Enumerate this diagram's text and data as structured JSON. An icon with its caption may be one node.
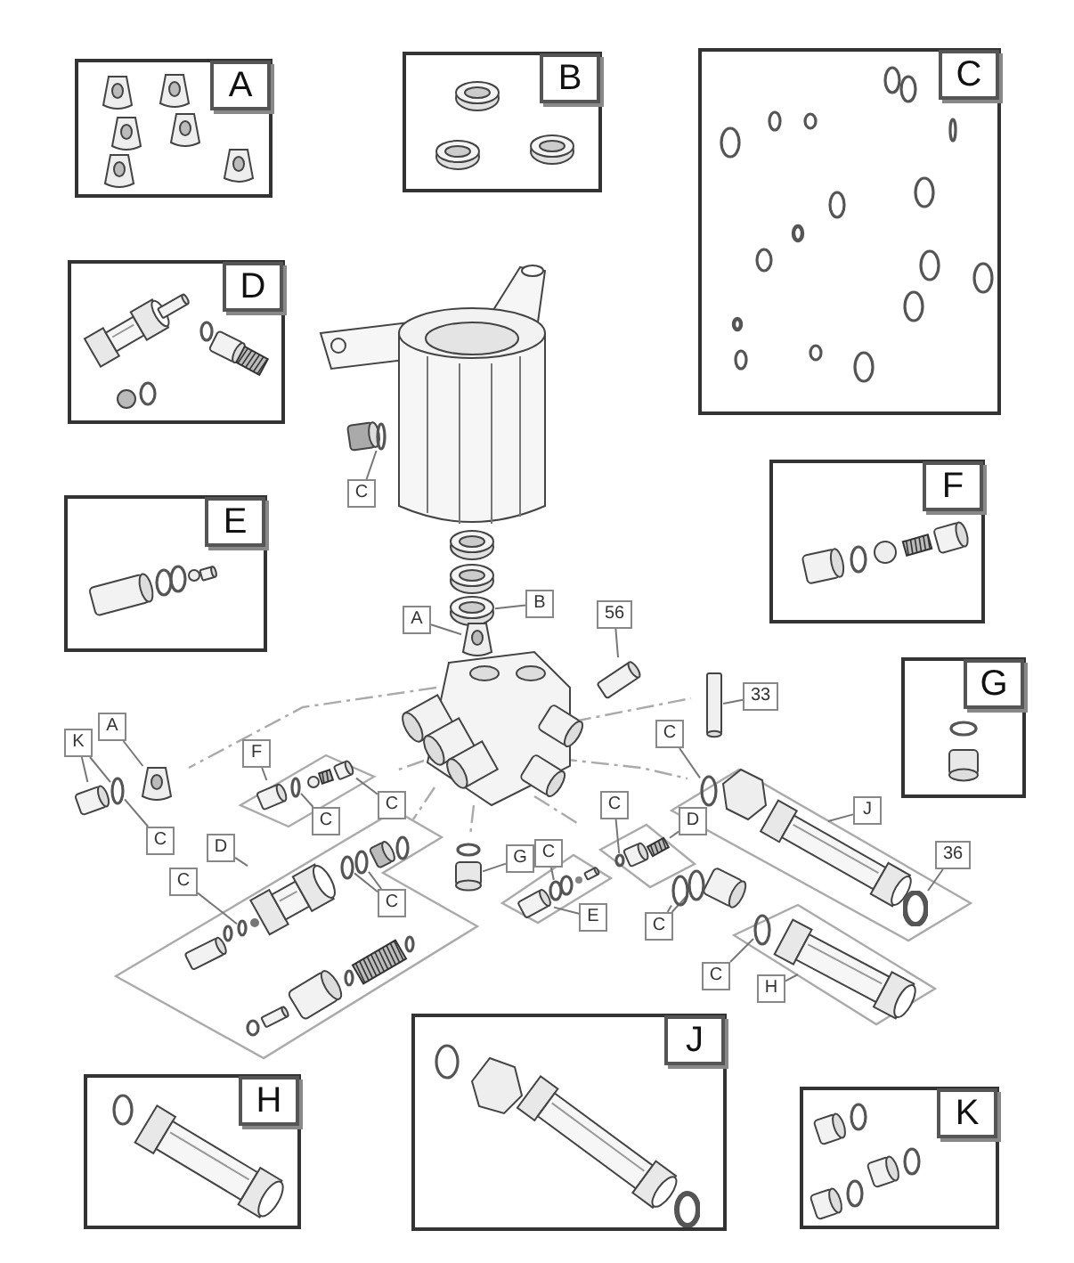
{
  "diagram": {
    "nodes": [
      {
        "text": [
          "A"
        ]
      },
      {
        "text": [
          "B"
        ]
      },
      {
        "text": [
          "C"
        ]
      },
      {
        "text": [
          "D"
        ]
      },
      {
        "text": [
          "E"
        ]
      },
      {
        "text": [
          "F"
        ]
      },
      {
        "text": [
          "G"
        ]
      },
      {
        "text": [
          "C"
        ]
      },
      {
        "text": [
          "B"
        ]
      },
      {
        "text": [
          "56"
        ]
      },
      {
        "text": [
          "A"
        ]
      },
      {
        "text": [
          "33"
        ]
      },
      {
        "text": [
          "A"
        ]
      },
      {
        "text": [
          "C"
        ]
      },
      {
        "text": [
          "K"
        ]
      },
      {
        "text": [
          "F"
        ]
      },
      {
        "text": [
          "C"
        ]
      },
      {
        "text": [
          "C"
        ]
      },
      {
        "text": [
          "J"
        ]
      },
      {
        "text": [
          "C"
        ]
      },
      {
        "text": [
          "D"
        ]
      },
      {
        "text": [
          "C"
        ]
      },
      {
        "text": [
          "C"
        ]
      },
      {
        "text": [
          "36"
        ]
      },
      {
        "text": [
          "G"
        ]
      },
      {
        "text": [
          "D"
        ]
      },
      {
        "text": [
          "C"
        ]
      },
      {
        "text": [
          "C"
        ]
      },
      {
        "text": [
          "E"
        ]
      },
      {
        "text": [
          "C"
        ]
      },
      {
        "text": [
          "C"
        ]
      },
      {
        "text": [
          "H"
        ]
      },
      {
        "text": [
          "H"
        ]
      },
      {
        "text": [
          "J"
        ]
      },
      {
        "text": [
          "K"
        ]
      },
      {
        "text": [],
        "shape": "picture"
      },
      {
        "text": [],
        "shape": "picture"
      },
      {
        "text": [],
        "shape": "circle"
      },
      {
        "text": [],
        "shape": "circle"
      },
      {
        "text": [],
        "shape": "circle"
      },
      {
        "text": [],
        "shape": "picture"
      },
      {
        "text": [],
        "shape": "box"
      },
      {
        "text": [],
        "shape": "picture"
      },
      {
        "text": [],
        "shape": "picture"
      },
      {
        "text": [],
        "shape": "circle"
      },
      {
        "text": [],
        "shape": "picture"
      },
      {
        "text": [],
        "shape": "picture"
      },
      {
        "text": [],
        "shape": "circle"
      },
      {
        "text": [],
        "shape": "circle"
      },
      {
        "text": [],
        "shape": "picture"
      },
      {
        "text": [],
        "shape": "circle"
      },
      {
        "text": [],
        "shape": "circle"
      },
      {
        "text": [],
        "shape": "box"
      },
      {
        "text": [],
        "shape": "picture"
      },
      {
        "text": [],
        "shape": "circle"
      },
      {
        "text": [],
        "shape": "circle"
      },
      {
        "text": [],
        "shape": "picture"
      },
      {
        "text": [],
        "shape": "circle"
      },
      {
        "text": [],
        "shape": "circle"
      },
      {
        "text": [],
        "shape": "circle"
      }
    ],
    "edges": [
      {
        "from": 7,
        "to": 39,
        "arrow": "none"
      },
      {
        "from": 8,
        "to": 35,
        "arrow": "none"
      },
      {
        "from": 9,
        "to": 40,
        "arrow": "none"
      },
      {
        "from": 10,
        "to": 36,
        "arrow": "none"
      },
      {
        "from": 11,
        "to": 41,
        "arrow": "none"
      },
      {
        "from": 12,
        "to": 42,
        "arrow": "none"
      },
      {
        "from": 13,
        "to": 37,
        "arrow": "none"
      },
      {
        "from": 14,
        "to": 43,
        "arrow": "none"
      },
      {
        "from": 14,
        "to": 44,
        "arrow": "none"
      },
      {
        "from": 15,
        "to": 45,
        "arrow": "none"
      },
      {
        "from": 16,
        "to": 46,
        "arrow": "none"
      },
      {
        "from": 17,
        "to": 47,
        "arrow": "none"
      },
      {
        "from": 18,
        "to": null,
        "arrow": "none"
      },
      {
        "from": 19,
        "to": 48,
        "arrow": "none"
      },
      {
        "from": 20,
        "to": 49,
        "arrow": "none"
      },
      {
        "from": 21,
        "to": 44,
        "arrow": "none"
      },
      {
        "from": 22,
        "to": 50,
        "arrow": "none"
      },
      {
        "from": 23,
        "to": 51,
        "arrow": "none"
      },
      {
        "from": 24,
        "to": 52,
        "arrow": "none"
      },
      {
        "from": 25,
        "to": 53,
        "arrow": "none"
      },
      {
        "from": 26,
        "to": 54,
        "arrow": "none"
      },
      {
        "from": 27,
        "to": 38,
        "arrow": "none"
      },
      {
        "from": 27,
        "to": 55,
        "arrow": "none"
      },
      {
        "from": 28,
        "to": 56,
        "arrow": "none"
      },
      {
        "from": 29,
        "to": 57,
        "arrow": "none"
      },
      {
        "from": 29,
        "to": 58,
        "arrow": "none"
      },
      {
        "from": 30,
        "to": 59,
        "arrow": "none"
      },
      {
        "from": 31,
        "to": null,
        "arrow": "none"
      }
    ]
  }
}
